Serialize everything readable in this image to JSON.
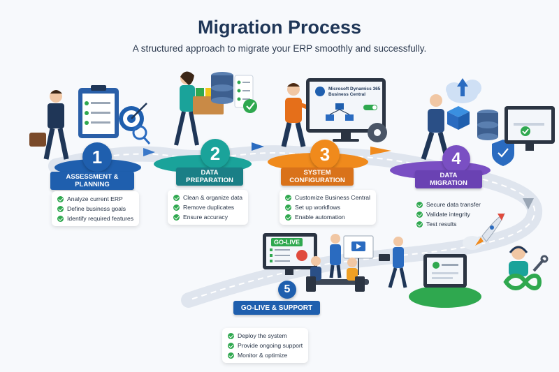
{
  "header": {
    "title": "Migration Process",
    "subtitle": "A structured approach to migrate your ERP smoothly and successfully."
  },
  "colors": {
    "navy": "#1f3657",
    "step1": "#1f5fae",
    "step2": "#1aa39a",
    "step3": "#f08a1c",
    "step4": "#7a4fc3",
    "step5": "#1f5fae",
    "check": "#2fa84f"
  },
  "steps": [
    {
      "number": "1",
      "label_line1": "ASSESSMENT &",
      "label_line2": "PLANNING",
      "items": [
        "Analyze current ERP",
        "Define business goals",
        "Identify required features"
      ]
    },
    {
      "number": "2",
      "label_line1": "DATA",
      "label_line2": "PREPARATION",
      "items": [
        "Clean & organize data",
        "Remove duplicates",
        "Ensure accuracy"
      ]
    },
    {
      "number": "3",
      "label_line1": "SYSTEM",
      "label_line2": "CONFIGURATION",
      "items": [
        "Customize Business Central",
        "Set up workflows",
        "Enable automation"
      ]
    },
    {
      "number": "4",
      "label_line1": "DATA",
      "label_line2": "MIGRATION",
      "items": [
        "Secure data transfer",
        "Validate integrity",
        "Test results"
      ]
    },
    {
      "number": "5",
      "label_line1": "GO-LIVE & SUPPORT",
      "label_line2": "",
      "items": [
        "Deploy the system",
        "Provide ongoing support",
        "Monitor & optimize"
      ]
    }
  ],
  "screens": {
    "bc_line1": "Microsoft Dynamics 365",
    "bc_line2": "Business Central",
    "golive": "GO-LIVE"
  },
  "icons": [
    "clipboard-icon",
    "target-icon",
    "database-icon",
    "boxes-icon",
    "monitor-icon",
    "gear-icon",
    "cloud-upload-icon",
    "shield-icon",
    "rocket-icon",
    "support-agent-icon",
    "infinity-icon",
    "presentation-icon"
  ]
}
